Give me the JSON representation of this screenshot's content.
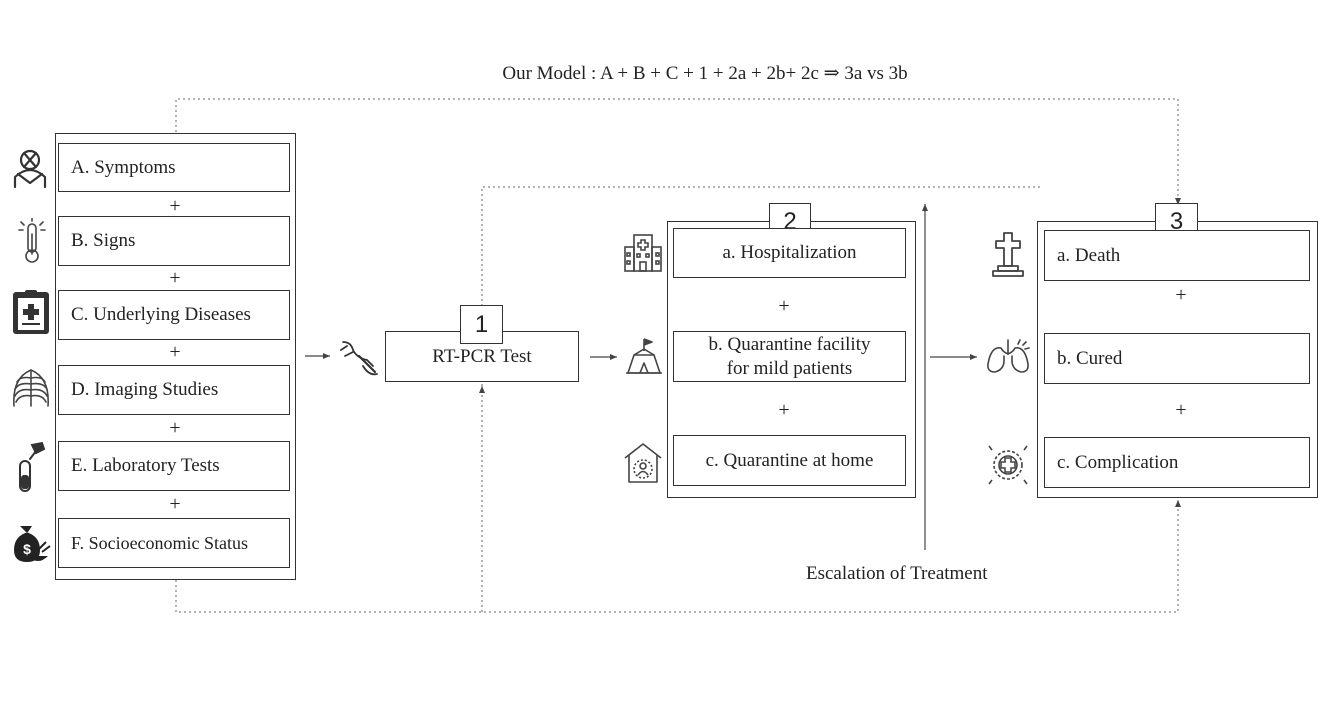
{
  "title": "Our Model : A + B + C + 1 + 2a + 2b+ 2c ⇒ 3a vs 3b",
  "inputs": [
    {
      "label": "A. Symptoms",
      "icon": "sick-person-icon"
    },
    {
      "label": "B. Signs",
      "icon": "thermometer-icon"
    },
    {
      "label": "C. Underlying Diseases",
      "icon": "medical-record-icon"
    },
    {
      "label": "D. Imaging Studies",
      "icon": "chest-xray-icon"
    },
    {
      "label": "E. Laboratory Tests",
      "icon": "test-tube-icon"
    },
    {
      "label": "F. Socioeconomic Status",
      "icon": "money-bag-icon"
    }
  ],
  "plus": "+",
  "test": {
    "number": "1",
    "label": "RT-PCR Test",
    "icon": "nasal-swab-icon"
  },
  "treatment": {
    "number": "2",
    "items": [
      {
        "label": "a. Hospitalization",
        "icon": "hospital-icon"
      },
      {
        "label": "b. Quarantine facility for mild patients",
        "line1": "b. Quarantine facility",
        "line2": "for mild patients",
        "icon": "quarantine-tent-icon"
      },
      {
        "label": "c. Quarantine at home",
        "icon": "home-quarantine-icon"
      }
    ]
  },
  "escalation_label": "Escalation of Treatment",
  "outcome": {
    "number": "3",
    "items": [
      {
        "label": "a. Death",
        "icon": "grave-cross-icon"
      },
      {
        "label": "b. Cured",
        "icon": "healthy-lungs-icon"
      },
      {
        "label": "c. Complication",
        "icon": "complication-icon"
      }
    ]
  }
}
